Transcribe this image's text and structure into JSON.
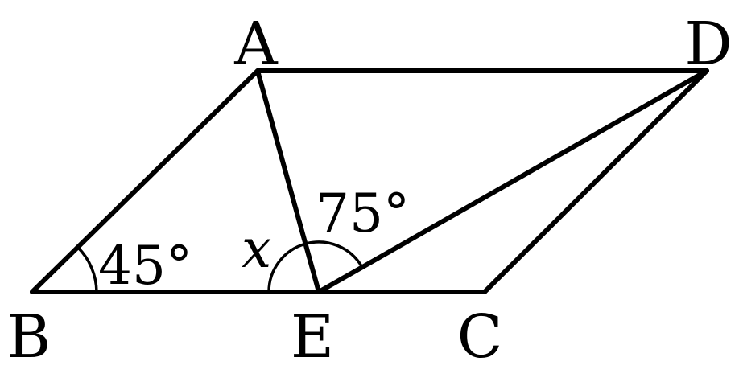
{
  "vertices": {
    "A": "A",
    "B": "B",
    "C": "C",
    "D": "D",
    "E": "E"
  },
  "angles": {
    "at_B": "45°",
    "AED_unknown": "x",
    "DEC": "75°"
  },
  "colors": {
    "line": "#000000",
    "background": "#ffffff"
  }
}
